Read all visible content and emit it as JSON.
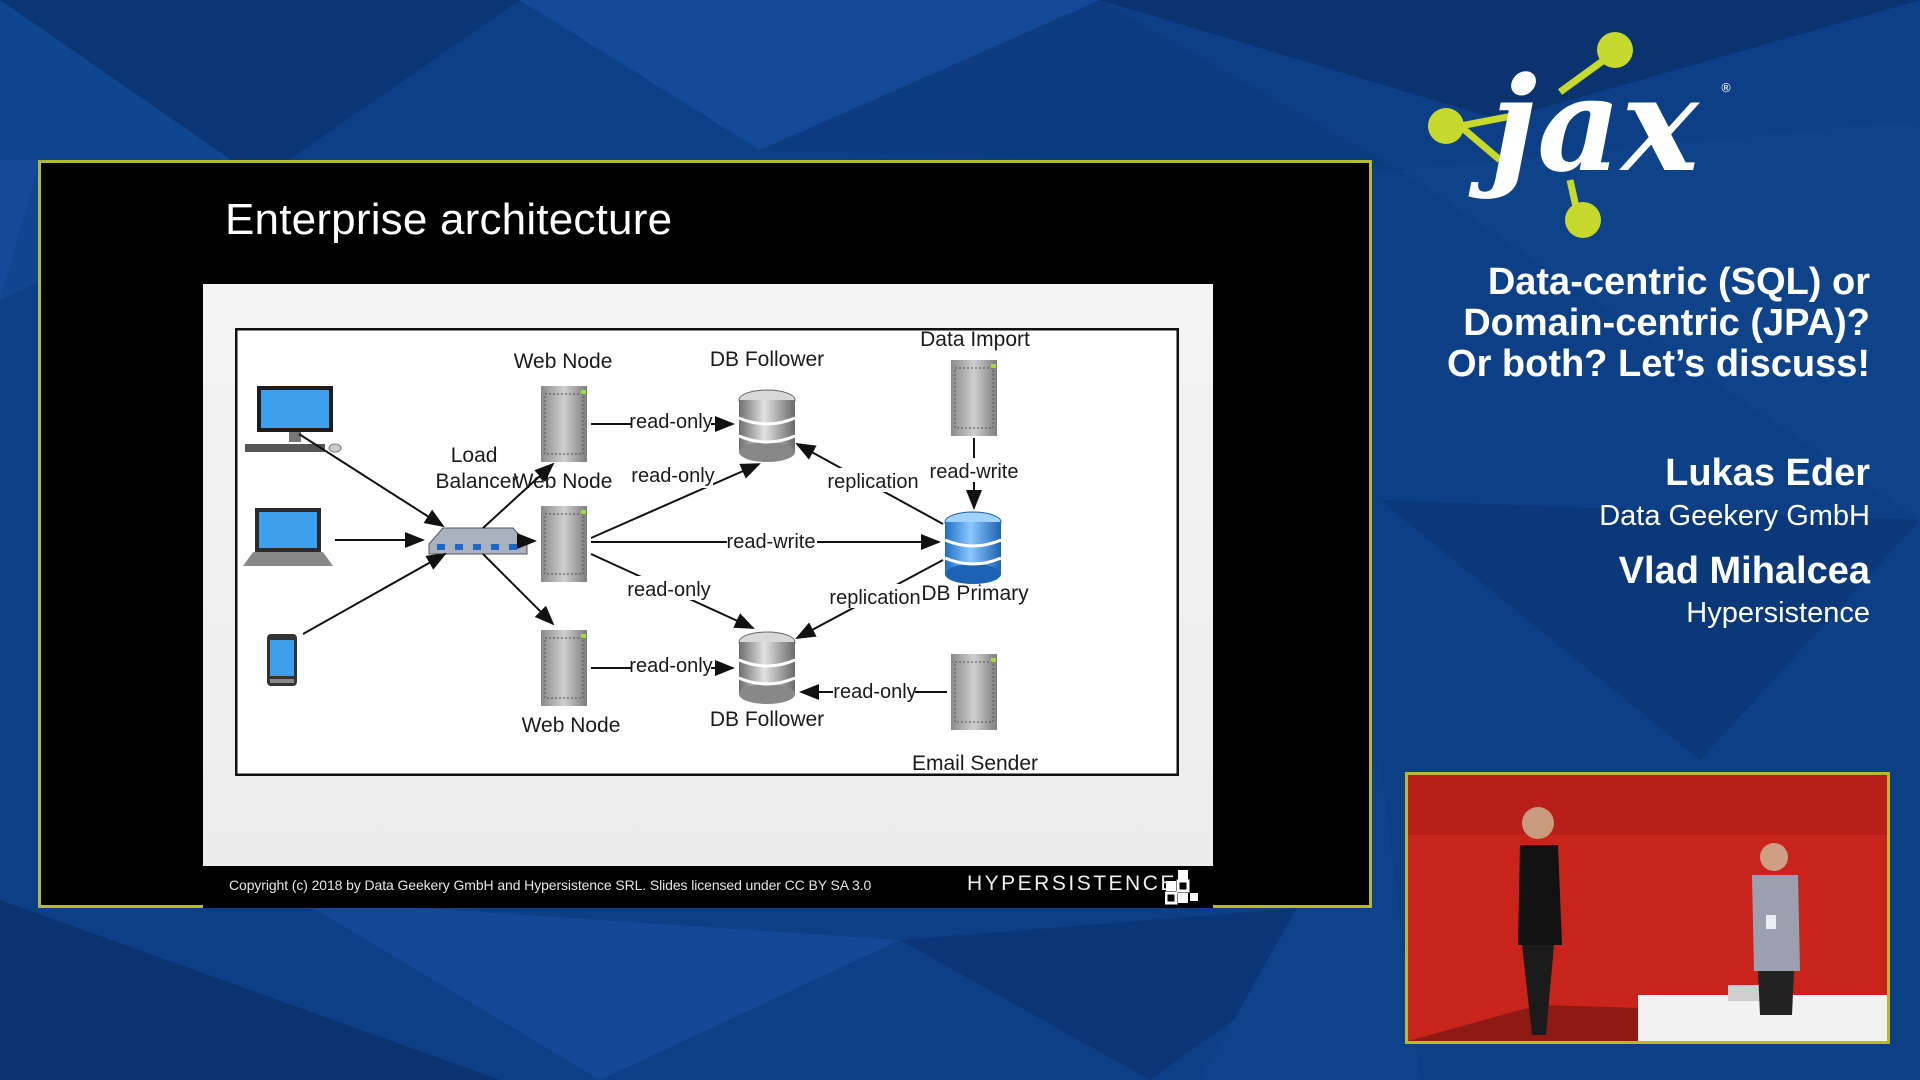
{
  "slide": {
    "title": "Enterprise architecture",
    "copyright": "Copyright (c) 2018 by Data Geekery GmbH and Hypersistence SRL. Slides licensed under CC BY SA 3.0",
    "brand": "HYPERSISTENCE",
    "diagram": {
      "nodes": {
        "load_balancer": "Load\nBalancer",
        "web_node_top": "Web Node",
        "web_node_middle": "Web Node",
        "web_node_bottom": "Web Node",
        "db_follower_top": "DB Follower",
        "db_follower_bottom": "DB Follower",
        "db_primary": "DB Primary",
        "data_import": "Data Import",
        "email_sender": "Email Sender"
      },
      "edges": {
        "top_read_only": "read-only",
        "middle_read_only_up": "read-only",
        "middle_read_write": "read-write",
        "middle_read_only_down": "read-only",
        "bottom_read_only": "read-only",
        "replication_top": "replication",
        "replication_bottom": "replication",
        "import_read_write": "read-write",
        "email_read_only": "read-only"
      },
      "clients": [
        "desktop-icon",
        "laptop-icon",
        "phone-icon"
      ]
    }
  },
  "event": {
    "logo_text": "jax",
    "talk_title": [
      "Data-centric (SQL) or",
      "Domain-centric (JPA)?",
      "Or both? Let’s discuss!"
    ],
    "speakers": [
      {
        "name": "Lukas Eder",
        "org": "Data Geekery GmbH"
      },
      {
        "name": "Vlad Mihalcea",
        "org": "Hypersistence"
      }
    ]
  },
  "colors": {
    "frame_border": "#b7b92d",
    "background": "#0d3f86",
    "accent_green": "#c6d92d",
    "video_wall": "#c8241c",
    "db_primary": "#3d8fdc"
  }
}
